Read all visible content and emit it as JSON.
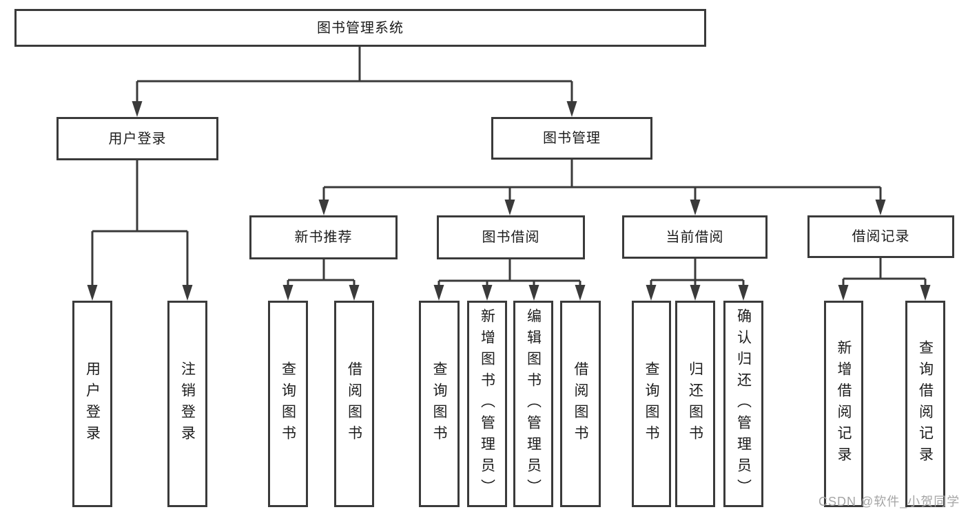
{
  "tree": {
    "label": "图书管理系统",
    "children": [
      {
        "label": "用户登录",
        "children": [
          {
            "label": "用户登录"
          },
          {
            "label": "注销登录"
          }
        ]
      },
      {
        "label": "图书管理",
        "children": [
          {
            "label": "新书推荐",
            "children": [
              {
                "label": "查询图书"
              },
              {
                "label": "借阅图书"
              }
            ]
          },
          {
            "label": "图书借阅",
            "children": [
              {
                "label": "查询图书"
              },
              {
                "label": "新增图书（管理员）"
              },
              {
                "label": "编辑图书（管理员）"
              },
              {
                "label": "借阅图书"
              }
            ]
          },
          {
            "label": "当前借阅",
            "children": [
              {
                "label": "查询图书"
              },
              {
                "label": "归还图书"
              },
              {
                "label": "确认归还（管理员）"
              }
            ]
          },
          {
            "label": "借阅记录",
            "children": [
              {
                "label": "新增借阅记录"
              },
              {
                "label": "查询借阅记录"
              }
            ]
          }
        ]
      }
    ]
  },
  "watermark": {
    "text": "CSDN @软件_小贺同学"
  },
  "colors": {
    "line": "#3a3a3a",
    "text": "#1c1c1c",
    "background": "#ffffff",
    "watermark": "#a5a5a5"
  }
}
